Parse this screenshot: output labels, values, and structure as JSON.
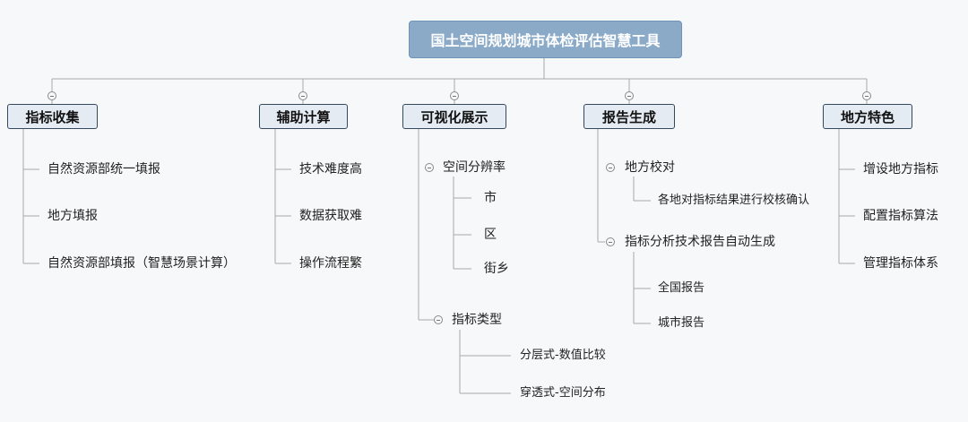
{
  "root": {
    "title": "国土空间规划城市体检评估智慧工具"
  },
  "categories": [
    {
      "label": "指标收集",
      "items": [
        "自然资源部统一填报",
        "地方填报",
        "自然资源部填报（智慧场景计算）"
      ]
    },
    {
      "label": "辅助计算",
      "items": [
        "技术难度高",
        "数据获取难",
        "操作流程繁"
      ]
    },
    {
      "label": "可视化展示",
      "groups": [
        {
          "label": "空间分辨率",
          "items": [
            "市",
            "区",
            "街乡"
          ]
        },
        {
          "label": "指标类型",
          "items": [
            "分层式-数值比较",
            "穿透式-空间分布"
          ]
        }
      ]
    },
    {
      "label": "报告生成",
      "groups": [
        {
          "label": "地方校对",
          "items": [
            "各地对指标结果进行校核确认"
          ]
        },
        {
          "label": "指标分析技术报告自动生成",
          "items": [
            "全国报告",
            "城市报告"
          ]
        }
      ]
    },
    {
      "label": "地方特色",
      "items": [
        "增设地方指标",
        "配置指标算法",
        "管理指标体系"
      ]
    }
  ],
  "colors": {
    "root_bg": "#8aaac8",
    "category_bg": "#e4ebf3",
    "category_border": "#34495e",
    "line": "#a9a9a9"
  }
}
